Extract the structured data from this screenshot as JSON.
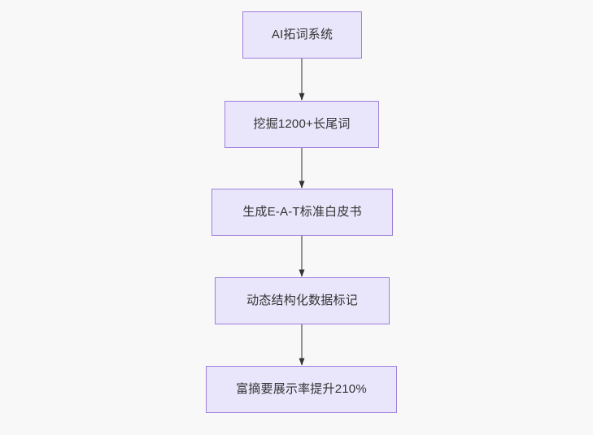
{
  "diagram": {
    "type": "flowchart",
    "orientation": "top-to-bottom",
    "background_color": "#f8f8f9",
    "node_fill_color": "#e9e6fb",
    "node_border_color": "#9d7fdc",
    "node_text_color": "#333333",
    "edge_line_color": "#888888",
    "edge_arrow_color": "#333333",
    "nodes": [
      {
        "id": "node-0",
        "label": "AI拓词系统"
      },
      {
        "id": "node-1",
        "label": "挖掘1200+长尾词"
      },
      {
        "id": "node-2",
        "label": "生成E-A-T标准白皮书"
      },
      {
        "id": "node-3",
        "label": "动态结构化数据标记"
      },
      {
        "id": "node-4",
        "label": "富摘要展示率提升210%"
      }
    ],
    "edges": [
      {
        "from": "node-0",
        "to": "node-1",
        "label": ""
      },
      {
        "from": "node-1",
        "to": "node-2",
        "label": ""
      },
      {
        "from": "node-2",
        "to": "node-3",
        "label": ""
      },
      {
        "from": "node-3",
        "to": "node-4",
        "label": ""
      }
    ]
  }
}
